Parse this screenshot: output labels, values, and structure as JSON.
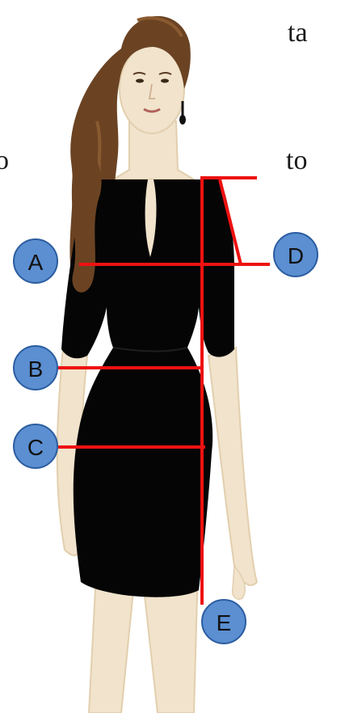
{
  "text_fragments": {
    "top_right": "ta",
    "left": "o",
    "right": "to"
  },
  "markers": [
    {
      "id": "A",
      "label": "A"
    },
    {
      "id": "B",
      "label": "B"
    },
    {
      "id": "C",
      "label": "C"
    },
    {
      "id": "D",
      "label": "D"
    },
    {
      "id": "E",
      "label": "E"
    }
  ],
  "colors": {
    "background": "#ffffff",
    "skin": "#f1e3cc",
    "skin_shadow": "#e2cfae",
    "hair": "#6b4323",
    "hair_highlight": "#8a5a30",
    "dress": "#050505",
    "measure_line": "#ee1111",
    "marker_fill": "#5b8fd1",
    "marker_stroke": "#2b5da0",
    "text": "#1a1a1a"
  }
}
